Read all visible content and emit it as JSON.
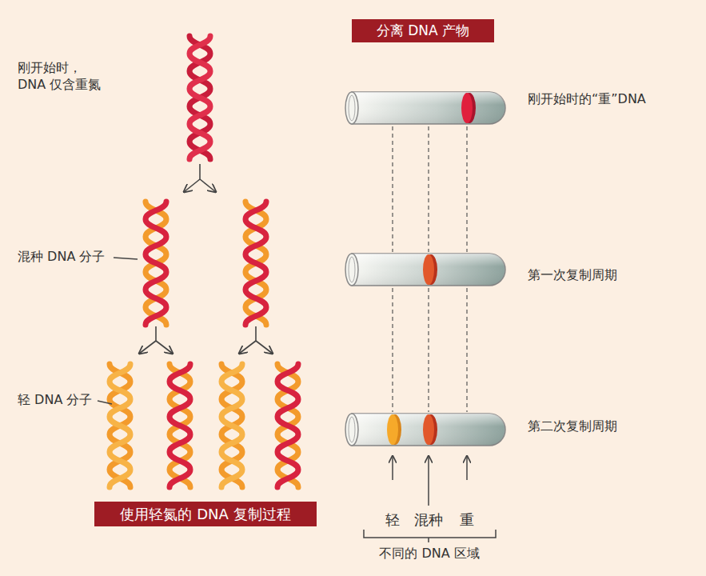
{
  "diagram": {
    "nodes": [
      {
        "text": [
          "分离 DNA 产物"
        ]
      },
      {
        "text": [
          "使用轻氮的 DNA 复制过程"
        ]
      }
    ],
    "labels": [
      "刚开始时， DNA 仅含重氮",
      "混种 DNA 分子",
      "轻 DNA 分子",
      "刚开始时的“重”DNA",
      "第一次复制周期",
      "第二次复制周期",
      "轻",
      "混种",
      "重",
      "不同的 DNA 区域"
    ]
  }
}
